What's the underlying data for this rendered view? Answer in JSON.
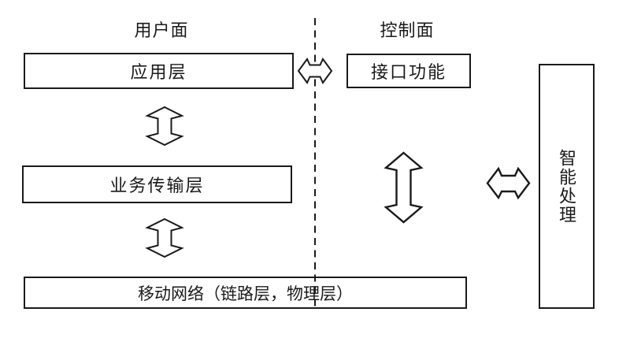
{
  "diagram": {
    "plane_labels": {
      "user": "用户面",
      "control": "控制面"
    },
    "boxes": {
      "application_layer": "应用层",
      "interface_function": "接口功能",
      "service_transport_layer": "业务传输层",
      "mobile_network": "移动网络（链路层，物理层）",
      "intelligent_processing": "智能处理"
    },
    "icons": {
      "vertical_double_arrow": "⇕",
      "horizontal_double_arrow": "⇔",
      "plane_divider": "vertical-dashed-line"
    },
    "colors": {
      "line": "#1a1a1a",
      "background": "#ffffff",
      "text": "#1a1a1a"
    }
  }
}
